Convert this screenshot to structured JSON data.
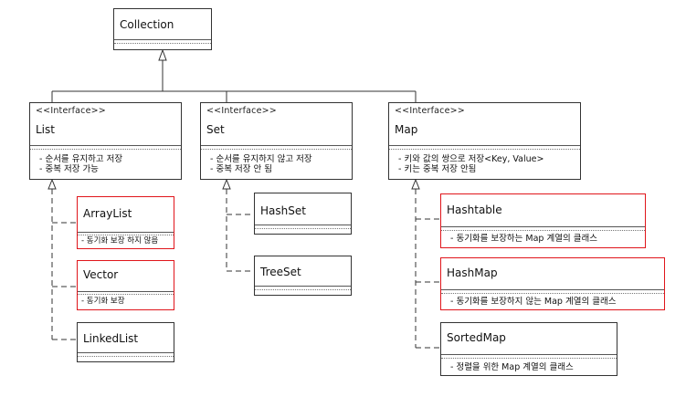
{
  "collection": {
    "title": "Collection"
  },
  "list": {
    "stereotype": "<<Interface>>",
    "title": "List",
    "notes": [
      "- 순서를 유지하고 저장",
      "- 중복 저장 가능"
    ]
  },
  "set": {
    "stereotype": "<<Interface>>",
    "title": "Set",
    "notes": [
      "- 순서를 유지하지 않고 저장",
      "- 중복 저장 안 됨"
    ]
  },
  "map": {
    "stereotype": "<<Interface>>",
    "title": "Map",
    "notes": [
      "- 키와 값의 쌍으로 저장<Key, Value>",
      "- 키는 중복 저장 안됨"
    ]
  },
  "arraylist": {
    "title": "ArrayList",
    "note": "- 동기화 보장 하지 않음"
  },
  "vector": {
    "title": "Vector",
    "note": "- 동기화 보장"
  },
  "linkedlist": {
    "title": "LinkedList"
  },
  "hashset": {
    "title": "HashSet"
  },
  "treeset": {
    "title": "TreeSet"
  },
  "hashtable": {
    "title": "Hashtable",
    "note": "- 동기화를 보장하는 Map 계열의 클래스"
  },
  "hashmap": {
    "title": "HashMap",
    "note": "- 동기화를 보장하지 않는 Map 계열의 클래스"
  },
  "sortedmap": {
    "title": "SortedMap",
    "note": "- 정렬을 위한 Map 계열의 클래스"
  },
  "colors": {
    "highlight": "#e0151b",
    "line": "#333333"
  }
}
